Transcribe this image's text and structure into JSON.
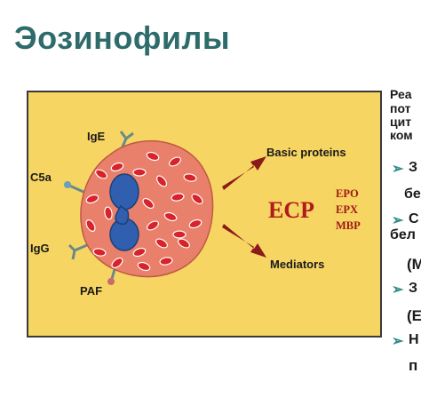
{
  "title": "Эозинофилы",
  "diagram": {
    "labels": {
      "ige": "IgE",
      "c5a": "C5a",
      "igg": "IgG",
      "paf": "PAF",
      "basic_proteins": "Basic proteins",
      "mediators": "Mediators",
      "ecp": "ECP",
      "epo": "EPO",
      "epx": "EPX",
      "mbp": "MBP"
    },
    "colors": {
      "panel": "#f7d562",
      "cell": "#e8806b",
      "nucleus": "#2f5fae",
      "granule": "#d8232a",
      "arrow": "#8b1a1a"
    }
  },
  "side_text": {
    "lines": [
      "Реа",
      "пот",
      "цит",
      "ком"
    ],
    "bullets": [
      {
        "marker": "➢",
        "text": "З",
        "cont": "бе"
      },
      {
        "marker": "➢",
        "text": "С",
        "cont": "бел"
      },
      {
        "marker": "",
        "text": "(М",
        "cont": ""
      },
      {
        "marker": "➢",
        "text": "З",
        "cont": "(Е"
      },
      {
        "marker": "➢",
        "text": "Н",
        "cont": "п"
      }
    ]
  }
}
